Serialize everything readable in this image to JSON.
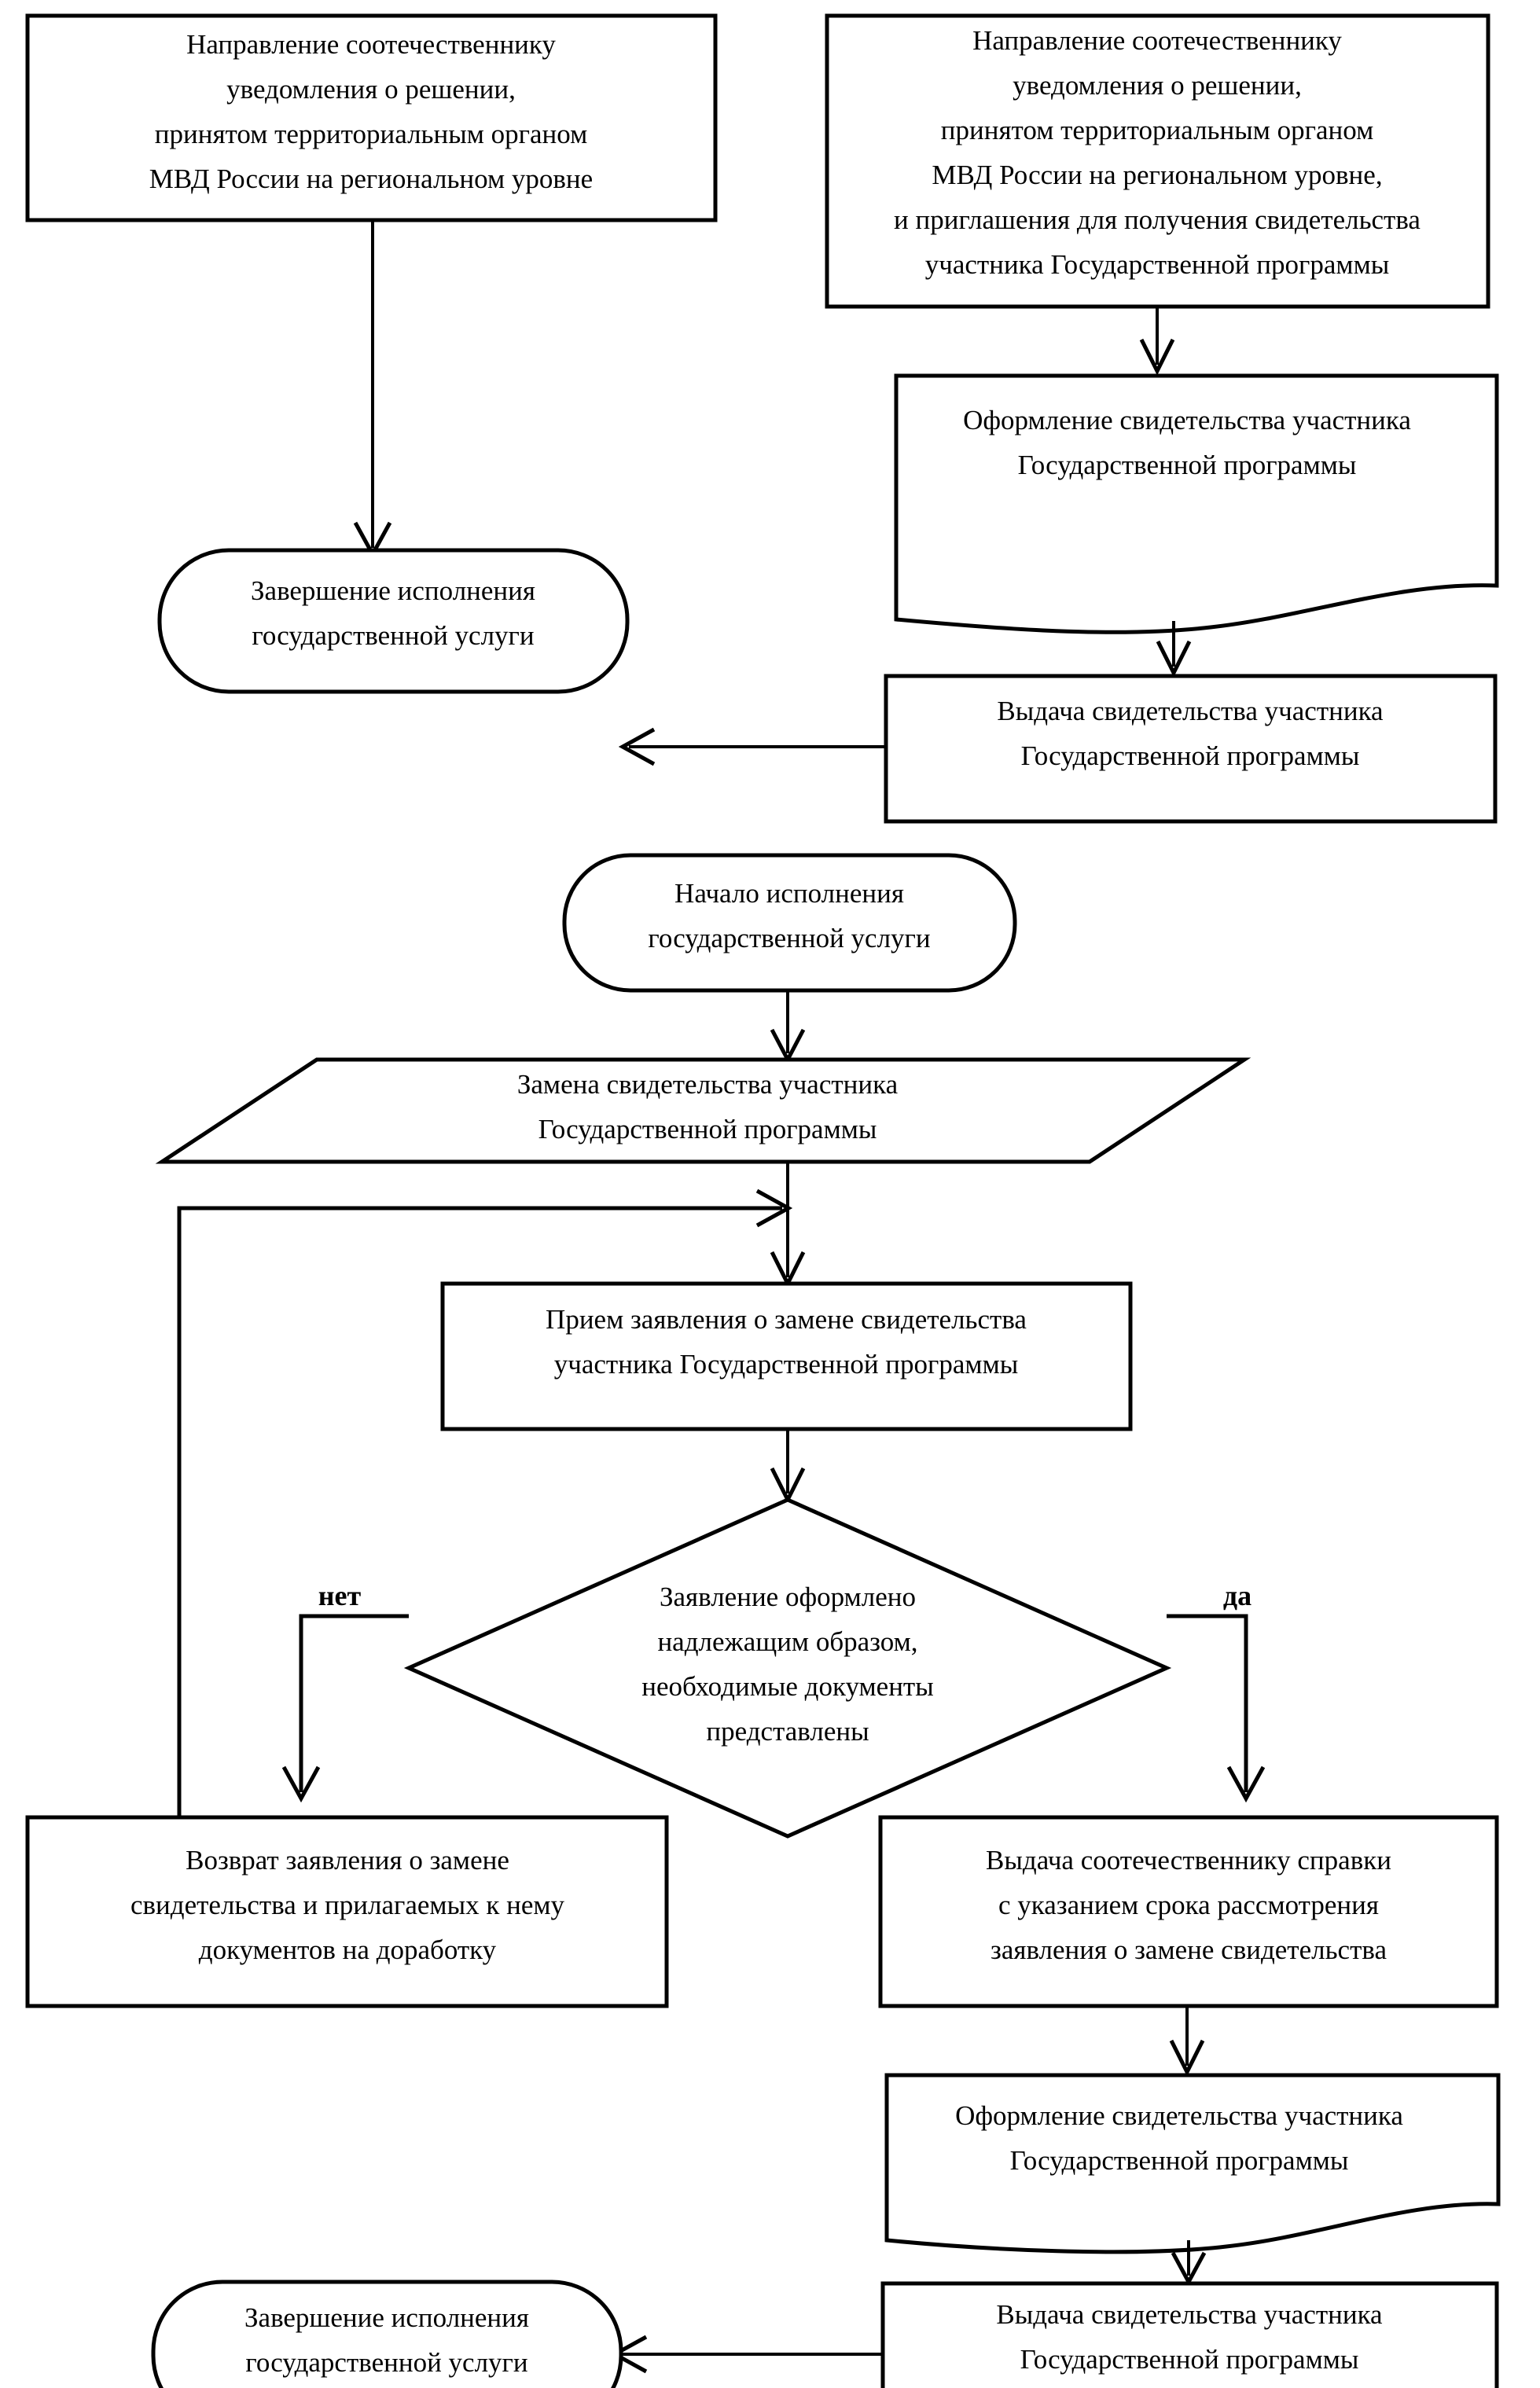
{
  "diagram": {
    "title": "Блок-схема исполнения государственной услуги",
    "background_color": "#ffffff",
    "line_color": "#000000",
    "text_color": "#000000"
  },
  "part1": {
    "nodes": {
      "notify_left": {
        "shape": "process",
        "lines": [
          "Направление соотечественнику",
          "уведомления о решении,",
          "принятом территориальным органом",
          "МВД России на региональном уровне"
        ]
      },
      "notify_right": {
        "shape": "process",
        "lines": [
          "Направление соотечественнику",
          "уведомления о решении,",
          "принятом территориальным органом",
          "МВД России на региональном уровне,",
          "и приглашения для получения свидетельства",
          "участника Государственной программы"
        ]
      },
      "issue_cert_doc": {
        "shape": "document",
        "lines": [
          "Оформление свидетельства участника",
          "Государственной программы"
        ]
      },
      "deliver_cert": {
        "shape": "process",
        "lines": [
          "Выдача свидетельства участника",
          "Государственной программы"
        ]
      },
      "end_terminator": {
        "shape": "terminator",
        "lines": [
          "Завершение исполнения",
          "государственной услуги"
        ]
      }
    }
  },
  "part2": {
    "nodes": {
      "start_terminator": {
        "shape": "terminator",
        "lines": [
          "Начало исполнения",
          "государственной услуги"
        ]
      },
      "replace_cert": {
        "shape": "parallelogram",
        "lines": [
          "Замена свидетельства участника",
          "Государственной программы"
        ]
      },
      "accept_application": {
        "shape": "process",
        "lines": [
          "Прием заявления о замене свидетельства",
          "участника Государственной программы"
        ]
      },
      "decision": {
        "shape": "decision",
        "lines": [
          "Заявление оформлено",
          "надлежащим образом,",
          "необходимые документы",
          "представлены"
        ]
      },
      "return_application": {
        "shape": "process",
        "lines": [
          "Возврат заявления о замене",
          "свидетельства и прилагаемых к нему",
          "документов на доработку"
        ]
      },
      "issue_receipt": {
        "shape": "process",
        "lines": [
          "Выдача соотечественнику справки",
          "с указанием срока рассмотрения",
          "заявления о замене свидетельства"
        ]
      },
      "issue_cert_doc2": {
        "shape": "document",
        "lines": [
          "Оформление свидетельства участника",
          "Государственной программы"
        ]
      },
      "deliver_cert2": {
        "shape": "process",
        "lines": [
          "Выдача свидетельства участника",
          "Государственной программы"
        ]
      },
      "end_terminator2": {
        "shape": "terminator",
        "lines": [
          "Завершение исполнения",
          "государственной услуги"
        ]
      }
    },
    "branch_labels": {
      "no": "нет",
      "yes": "да"
    }
  }
}
